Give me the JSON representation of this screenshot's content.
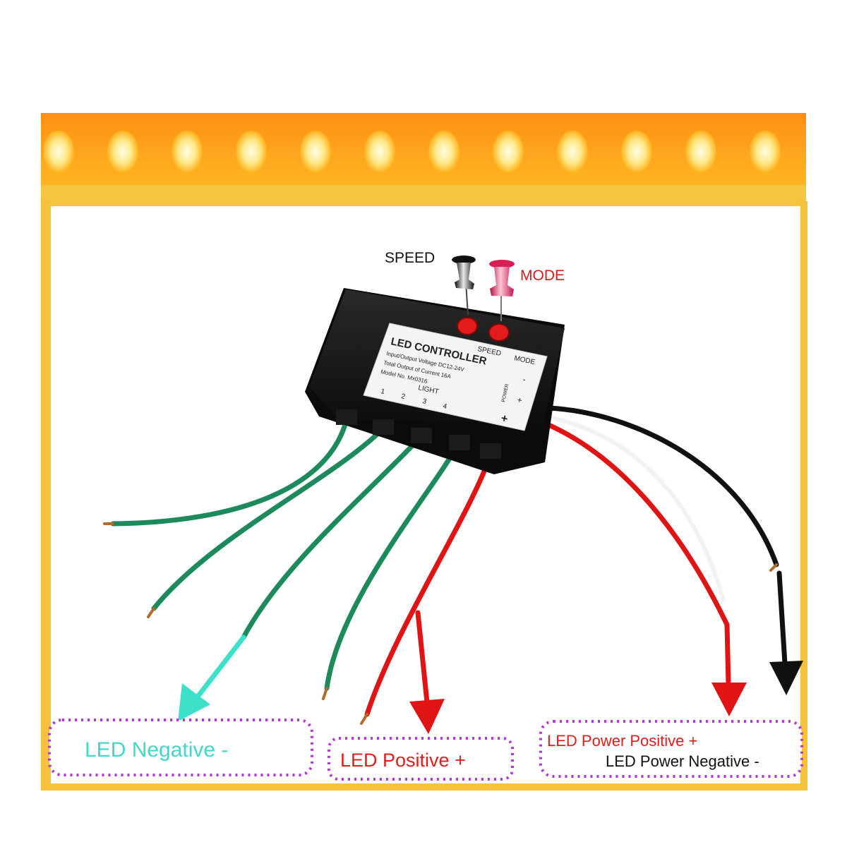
{
  "buttons": {
    "speed_label": "SPEED",
    "mode_label": "MODE",
    "speed_color": "#111111",
    "mode_color": "#e0245e"
  },
  "controller": {
    "title": "LED CONTROLLER",
    "voltage_line": "Input/Output Voltage DC12-24V",
    "current_line": "Total Output of Current 16A",
    "model_line": "Model No. Mx0316",
    "light_header": "LIGHT",
    "channels": [
      "1",
      "2",
      "3",
      "4"
    ],
    "speed_tag": "SPEED",
    "mode_tag": "MODE",
    "power_tag": "POWER",
    "minus_sign": "-",
    "plus_sign": "+"
  },
  "labels": {
    "led_negative": "LED Negative -",
    "led_positive": "LED Positive +",
    "power_positive": "LED Power Positive +",
    "power_negative": "LED Power Negative -"
  },
  "colors": {
    "strip_orange": "#ff9a1f",
    "strip_yellow": "#ffc21a",
    "frame_gold": "#f6c23a",
    "wire_green": "#1d8a5c",
    "wire_red": "#e01414",
    "wire_black": "#111111",
    "cyan_arrow": "#3de0c8",
    "label_negative": "#3fd8c9",
    "label_positive": "#e51c1c",
    "label_power_negative": "#111111",
    "box_border": "#b036d6"
  }
}
